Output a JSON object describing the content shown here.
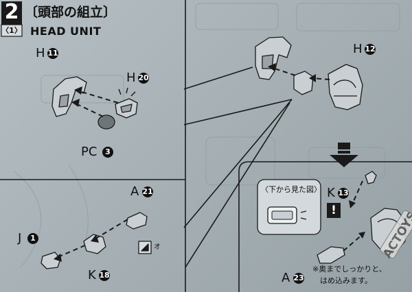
{
  "step": {
    "number": "2",
    "substep": "〈1〉",
    "title_jp": "〔頭部の組立〕",
    "title_en": "HEAD UNIT"
  },
  "parts": {
    "h11": {
      "letter": "H",
      "num": "11"
    },
    "h20": {
      "letter": "H",
      "num": "20"
    },
    "pc3": {
      "letter": "PC",
      "num": "3"
    },
    "h12": {
      "letter": "H",
      "num": "12"
    },
    "a21": {
      "letter": "A",
      "num": "21"
    },
    "j1": {
      "letter": "J",
      "num": "1"
    },
    "k18": {
      "letter": "K",
      "num": "18"
    },
    "k13": {
      "letter": "K",
      "num": "13"
    },
    "a23": {
      "letter": "A",
      "num": "23"
    }
  },
  "detail": {
    "view_label": "〈下から見た図〉",
    "note_line1": "※奥までしっかりと、",
    "note_line2": "はめ込みます。",
    "warn": "!",
    "mark": "オ"
  },
  "watermark": "ACTOYS",
  "colors": {
    "paper": "#a9b3b8",
    "ink": "#111111"
  }
}
